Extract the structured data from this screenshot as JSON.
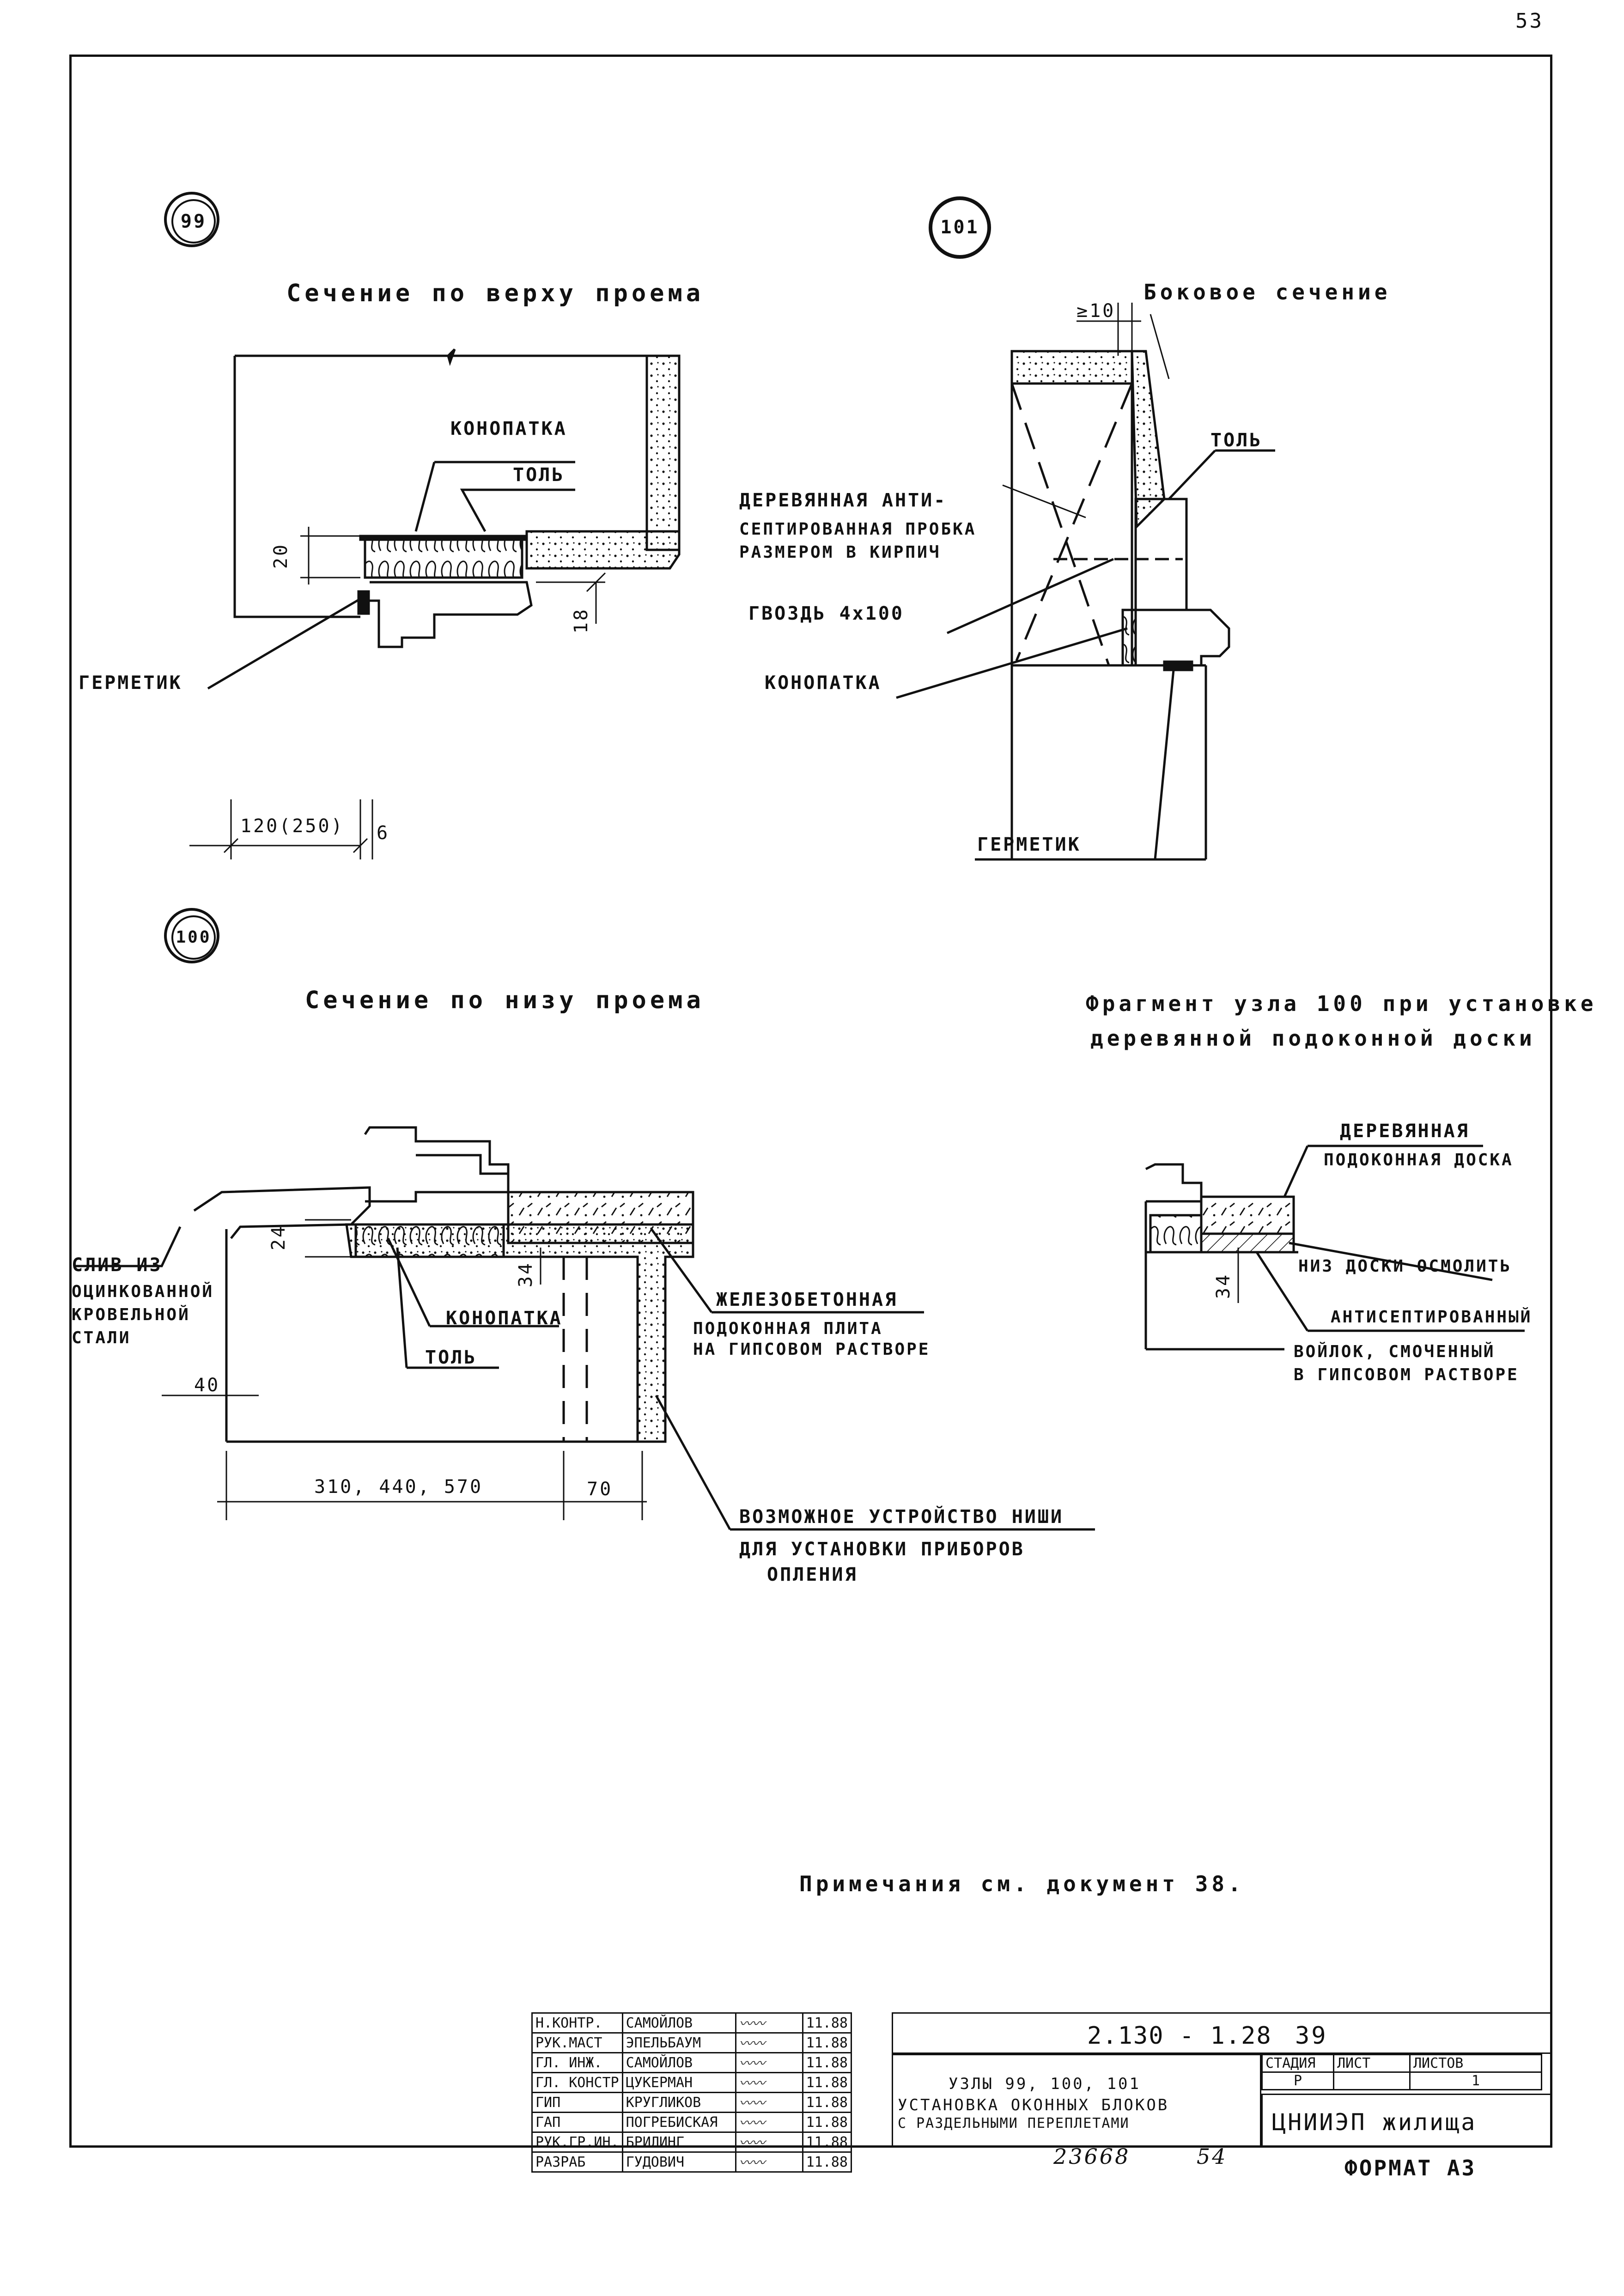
{
  "page_number": "53",
  "details": {
    "d99": {
      "marker": "99",
      "title": "Сечение по верху проема",
      "labels": {
        "konopatka": "КОНОПАТКА",
        "tol": "ТОЛЬ",
        "germetik": "ГЕРМЕТИК"
      },
      "dims": {
        "d20": "20",
        "d18": "18",
        "width": "120(250)",
        "d6": "6"
      }
    },
    "d101": {
      "marker": "101",
      "title": "Боковое сечение",
      "labels": {
        "probka": [
          "ДЕРЕВЯННАЯ АНТИ-",
          "СЕПТИРОВАННАЯ ПРОБКА",
          "РАЗМЕРОМ В КИРПИЧ"
        ],
        "tol": "ТОЛЬ",
        "gvozd": "ГВОЗДЬ 4х100",
        "konopatka": "КОНОПАТКА",
        "germetik": "ГЕРМЕТИК"
      },
      "dims": {
        "d10": "≥10"
      }
    },
    "d100": {
      "marker": "100",
      "title": "Сечение по низу проема",
      "labels": {
        "sliv": [
          "СЛИВ ИЗ",
          "ОЦИНКОВАННОЙ",
          "КРОВЕЛЬНОЙ",
          "СТАЛИ"
        ],
        "konopatka": "КОНОПАТКА",
        "tol": "ТОЛЬ",
        "plita": [
          "ЖЕЛЕЗОБЕТОННАЯ",
          "ПОДОКОННАЯ ПЛИТА",
          "НА ГИПСОВОМ РАСТВОРЕ"
        ],
        "nisha": [
          "ВОЗМОЖНОЕ УСТРОЙСТВО НИШИ",
          "ДЛЯ УСТАНОВКИ ПРИБОРОВ",
          "ОПЛЕНИЯ"
        ]
      },
      "dims": {
        "d24": "24",
        "d34": "34",
        "d40": "40",
        "width": "310, 440, 570",
        "d70": "70"
      }
    },
    "fragment": {
      "title": [
        "Фрагмент узла 100 при установке",
        "деревянной подоконной доски"
      ],
      "labels": {
        "doska": [
          "ДЕРЕВЯННАЯ",
          "ПОДОКОННАЯ ДОСКА"
        ],
        "niz": "НИЗ ДОСКИ ОСМОЛИТЬ",
        "voilok": [
          "АНТИСЕПТИРОВАННЫЙ",
          "ВОЙЛОК, СМОЧЕННЫЙ",
          "В ГИПСОВОМ РАСТВОРЕ"
        ]
      },
      "dims": {
        "d34": "34"
      }
    }
  },
  "note": "Примечания см. документ 38.",
  "title_block": {
    "roles": [
      {
        "role": "Н.КОНТР.",
        "name": "САМОЙЛОВ",
        "date": "11.88"
      },
      {
        "role": "РУК.МАСТ",
        "name": "ЭПЕЛЬБАУМ",
        "date": "11.88"
      },
      {
        "role": "ГЛ. ИНЖ.",
        "name": "САМОЙЛОВ",
        "date": "11.88"
      },
      {
        "role": "ГЛ. КОНСТР",
        "name": "ЦУКЕРМАН",
        "date": "11.88"
      },
      {
        "role": "ГИП",
        "name": "КРУГЛИКОВ",
        "date": "11.88"
      },
      {
        "role": "ГАП",
        "name": "ПОГРЕБИСКАЯ",
        "date": "11.88"
      },
      {
        "role": "РУК.ГР.ИН.",
        "name": "БРИЛИНГ",
        "date": "11.88"
      },
      {
        "role": "РАЗРАБ",
        "name": "ГУДОВИЧ",
        "date": "11.88"
      }
    ],
    "doc_code": "2.130 - 1.28",
    "doc_num": "39",
    "sheet_title": [
      "УЗЛЫ 99, 100, 101",
      "УСТАНОВКА ОКОННЫХ БЛОКОВ",
      "С РАЗДЕЛЬНЫМИ ПЕРЕПЛЕТАМИ"
    ],
    "stage_header": "СТАДИЯ",
    "sheet_header": "ЛИСТ",
    "sheets_header": "ЛИСТОВ",
    "stage": "Р",
    "sheet": "",
    "sheets": "1",
    "org": "ЦНИИЭП жилища"
  },
  "footer": {
    "inv": "23668",
    "num": "54",
    "format": "ФОРМАТ А3"
  }
}
